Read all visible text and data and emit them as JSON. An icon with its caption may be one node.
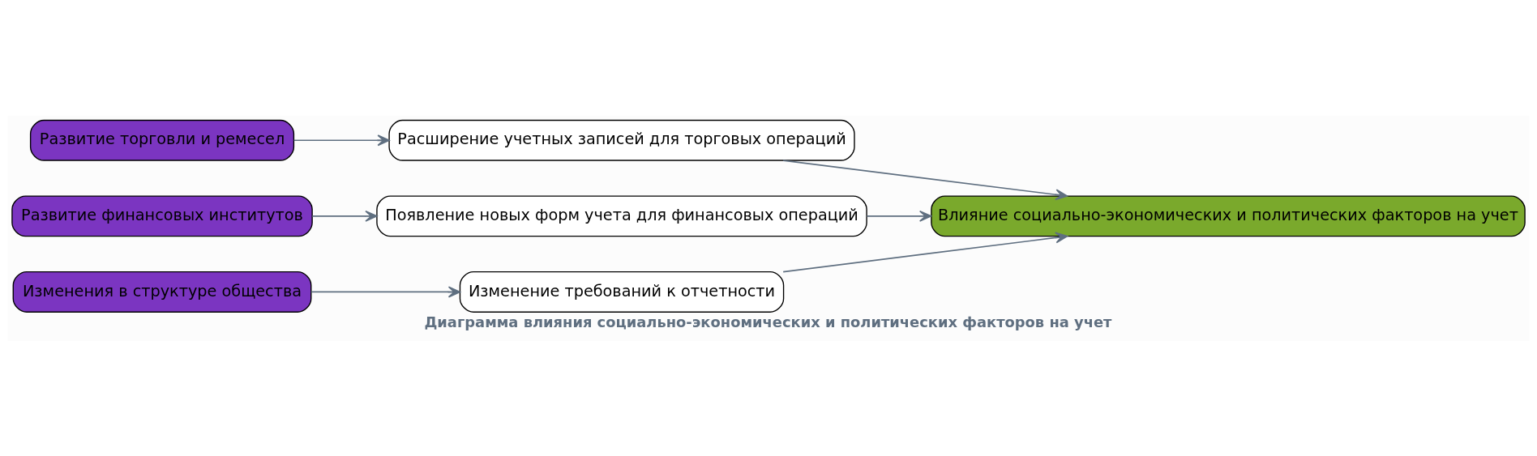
{
  "diagram": {
    "title": "Диаграмма влияния социально-экономических и политических факторов на учет",
    "nodes": [
      {
        "text": [
          "Развитие торговли и ремесел"
        ]
      },
      {
        "text": [
          "Расширение учетных записей для торговых операций"
        ]
      },
      {
        "text": [
          "Развитие финансовых институтов"
        ]
      },
      {
        "text": [
          "Появление новых форм учета для финансовых операций"
        ]
      },
      {
        "text": [
          "Влияние социально-экономических и политических факторов на учет"
        ]
      },
      {
        "text": [
          "Изменения в структуре общества"
        ]
      },
      {
        "text": [
          "Изменение требований к отчетности"
        ]
      }
    ],
    "edges": [
      {
        "from": 0,
        "to": 1,
        "arrow": "to"
      },
      {
        "from": 2,
        "to": 3,
        "arrow": "to"
      },
      {
        "from": 5,
        "to": 6,
        "arrow": "to"
      },
      {
        "from": 1,
        "to": 4,
        "arrow": "to"
      },
      {
        "from": 3,
        "to": 4,
        "arrow": "to"
      },
      {
        "from": 6,
        "to": 4,
        "arrow": "to"
      }
    ]
  }
}
